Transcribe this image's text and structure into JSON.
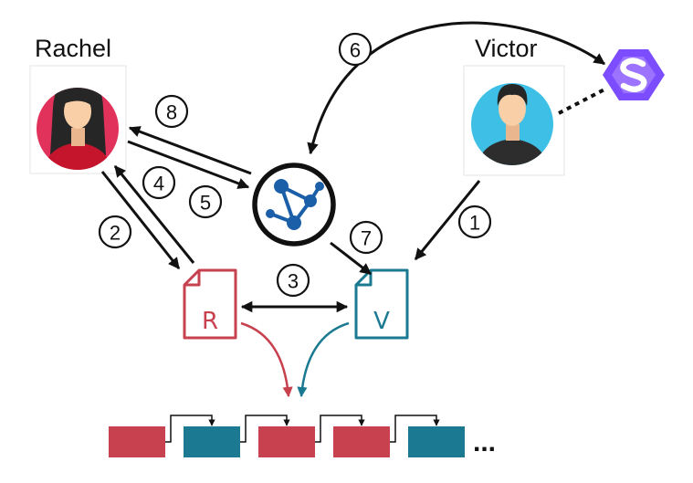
{
  "people": {
    "rachel": {
      "name": "Rachel"
    },
    "victor": {
      "name": "Victor"
    }
  },
  "documents": {
    "rachel_doc": {
      "letter": "R"
    },
    "victor_doc": {
      "letter": "V"
    }
  },
  "steps": [
    "1",
    "2",
    "3",
    "4",
    "5",
    "6",
    "7",
    "8"
  ],
  "chain": {
    "ellipsis": "..."
  },
  "colors": {
    "rachel_red": "#c7414e",
    "victor_teal": "#1b7a91",
    "hub_blue": "#1b5fa8",
    "solid_purple": "#7c4dff",
    "skin": "#f8cfa6",
    "hair": "#262626",
    "rachel_bg": "#e0325a",
    "victor_bg": "#3dbfe6"
  },
  "icons": {
    "hub": "semantic-web-node-icon",
    "solid": "solid-logo-icon",
    "document": "document-icon"
  }
}
